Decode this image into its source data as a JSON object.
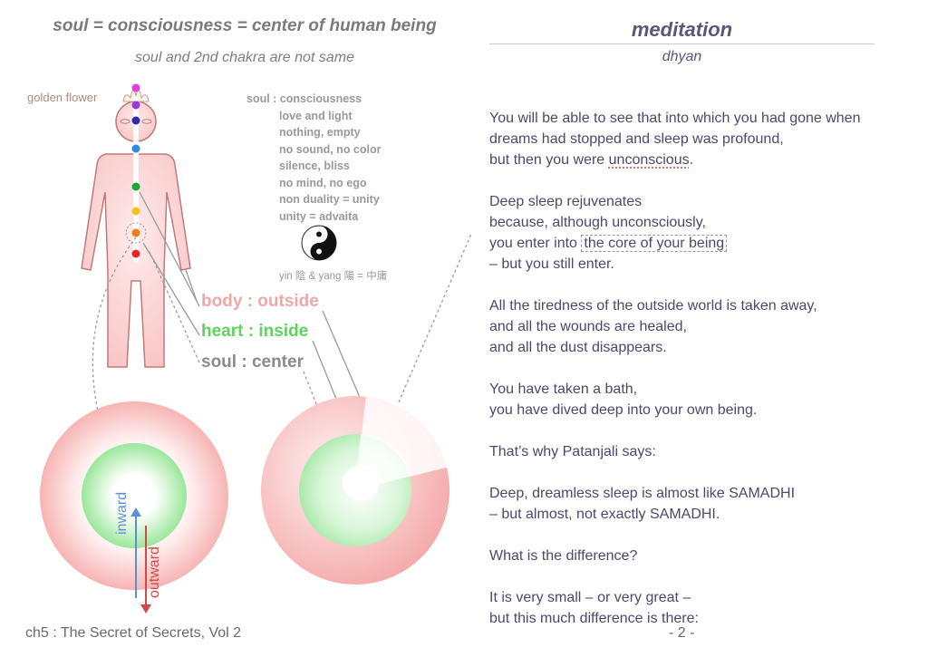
{
  "left": {
    "title": "soul = consciousness = center of human being",
    "subtitle": "soul and 2nd chakra are not same",
    "golden_flower": "golden flower",
    "soul_list": [
      "soul : consciousness",
      "love and light",
      "nothing, empty",
      "no sound, no color",
      "silence, bliss",
      "no mind, no ego",
      "non duality = unity",
      "unity = advaita"
    ],
    "yinyang_caption": "yin 陰 & yang 陽 = 中庸",
    "labels": {
      "body": "body : outside",
      "heart": "heart : inside",
      "soul": "soul : center"
    },
    "arrows": {
      "inward": "inward",
      "outward": "outward"
    },
    "colors": {
      "body": "#f2a7a7",
      "heart": "#5ed35e",
      "soul": "#8a8a8a",
      "inward": "#5b8fd6",
      "outward": "#d04a4a"
    }
  },
  "right": {
    "title": "meditation",
    "subtitle": "dhyan",
    "paragraphs": [
      [
        "You will be able to see that into which you had gone when",
        "dreams had stopped and sleep was profound,",
        "but then you were unconscious."
      ],
      [
        "Deep sleep rejuvenates",
        "because, although unconsciously,",
        "you enter into the core of your being",
        "– but you still enter."
      ],
      [
        "All the tiredness of the outside world is taken away,",
        "and all the wounds are healed,",
        "and all the dust disappears."
      ],
      [
        "You have taken a bath,",
        "you have dived deep into your own being."
      ],
      [
        "That’s why Patanjali says:"
      ],
      [
        "Deep, dreamless sleep is almost like SAMADHI",
        "– but almost, not exactly SAMADHI."
      ],
      [
        "What is the difference?"
      ],
      [
        "It is very small – or very great –",
        "but this much difference is there:"
      ]
    ],
    "p1_l3_prefix": "but then you were ",
    "p1_l3_marked": "unconscious",
    "p1_l3_suffix": ".",
    "p2_l3_prefix": "you enter into ",
    "p2_l3_marked": "the core of your being"
  },
  "footer": {
    "source": "ch5 : The Secret of Secrets, Vol 2",
    "page": "- 2 -"
  }
}
